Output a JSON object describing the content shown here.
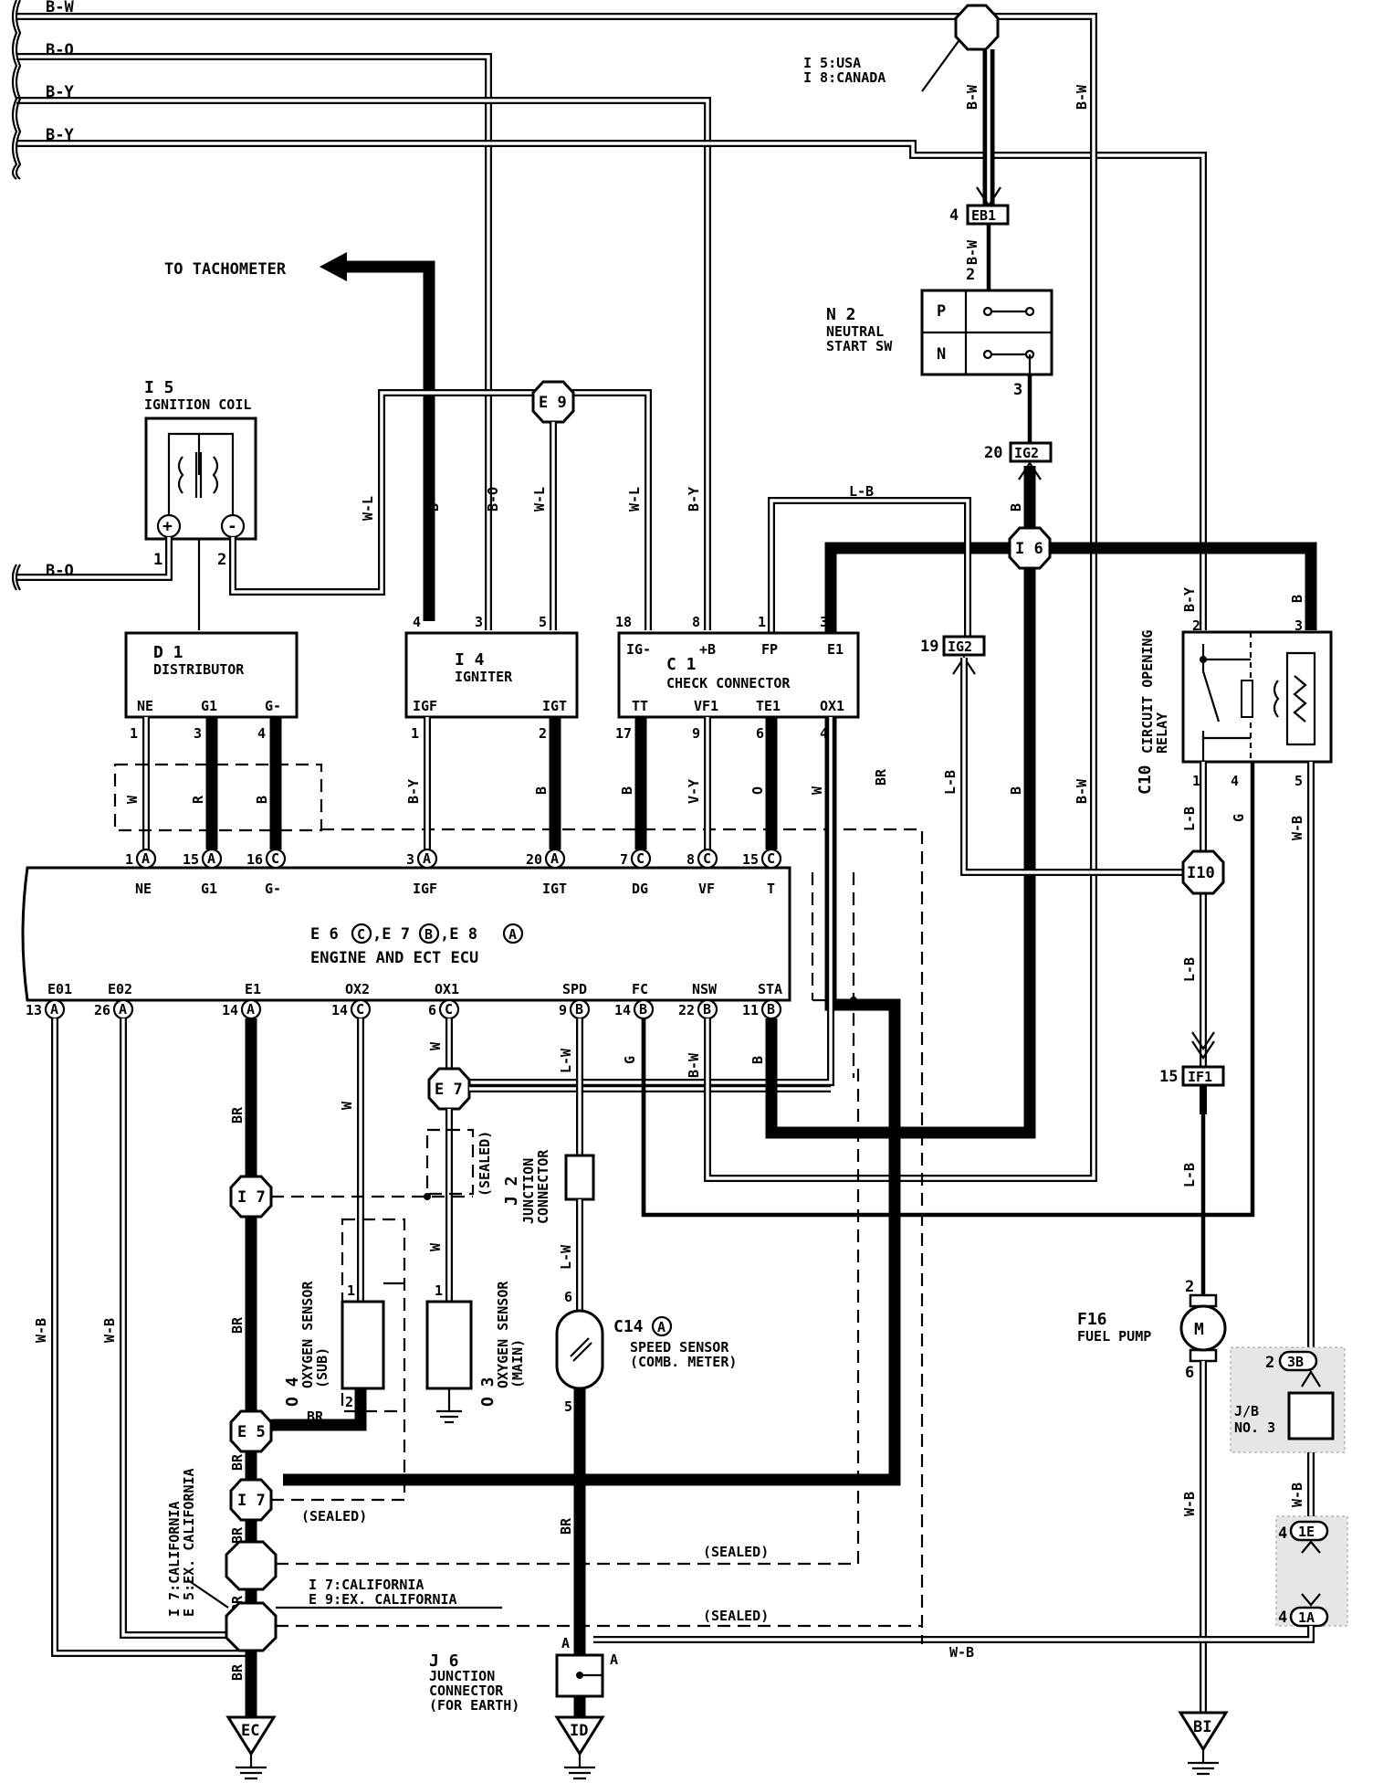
{
  "wires": {
    "bus_bw": "B-W",
    "bus_bo": "B-O",
    "bus_by1": "B-Y",
    "bus_by2": "B-Y",
    "w_l_1": "W-L",
    "b_1": "B",
    "b_o_1": "B-O",
    "w_l_2": "W-L",
    "w_l_3": "W-L",
    "b_y_1": "B-Y",
    "l_b_top": "L-B",
    "b_bw_1": "B-W",
    "b_bw_2": "B-W",
    "b_bw_3": "B-W",
    "b_2": "B",
    "w_1": "W",
    "r_1": "R",
    "b_3": "B",
    "b_y_2": "B-Y",
    "b_4": "B",
    "b_5": "B",
    "v_y": "V-Y",
    "o_1": "O",
    "w_2": "W",
    "br_1": "BR",
    "l_b_2": "L-B",
    "b_6": "B",
    "b_w_4": "B-W",
    "b_y_3": "B-Y",
    "b_7": "B",
    "l_b_3": "L-B",
    "g_1": "G",
    "w_b_1": "W-B",
    "l_b_4": "L-B",
    "l_b_5": "L-B",
    "w_b_left1": "W-B",
    "w_b_left2": "W-B",
    "br_2": "BR",
    "w_3": "W",
    "w_4": "W",
    "l_w_1": "L-W",
    "g_2": "G",
    "b_w_5": "B-W",
    "b_8": "B",
    "l_w_2": "L-W",
    "w_5": "W",
    "br_3": "BR",
    "br_4": "BR",
    "br_5": "BR",
    "br_6": "BR",
    "br_7": "BR",
    "br_8": "BR",
    "br_9": "BR",
    "w_b_2": "W-B",
    "w_b_3": "W-B",
    "w_b_bottom": "W-B"
  },
  "labels": {
    "to_tachometer": "TO TACHOMETER",
    "i5_usa": "I 5:USA",
    "i8_canada": "I 8:CANADA",
    "ign_coil_code": "I 5",
    "ign_coil_name": "IGNITION COIL",
    "distributor_code": "D 1",
    "distributor_name": "DISTRIBUTOR",
    "igniter_code": "I 4",
    "igniter_name": "IGNITER",
    "check_code": "C 1",
    "check_name": "CHECK CONNECTOR",
    "n2_code": "N 2",
    "n2_name1": "NEUTRAL",
    "n2_name2": "START SW",
    "relay_code": "C10",
    "relay_name1": "CIRCUIT OPENING",
    "relay_name2": "RELAY",
    "ecu_line1": "E 6",
    "ecu_c": "C",
    "ecu_e7": ",E 7",
    "ecu_b": "B",
    "ecu_e8": ",E 8",
    "ecu_a": "A",
    "ecu_name": "ENGINE AND ECT ECU",
    "oxy_sub_code": "O 4",
    "oxy_sub_name1": "OXYGEN SENSOR",
    "oxy_sub_name2": "(SUB)",
    "oxy_main_code": "O 3",
    "oxy_main_name1": "OXYGEN SENSOR",
    "oxy_main_name2": "(MAIN)",
    "j2_code": "J 2",
    "j2_name1": "JUNCTION",
    "j2_name2": "CONNECTOR",
    "sealed_1": "(SEALED)",
    "sealed_2": "(SEALED)",
    "sealed_3": "(SEALED)",
    "sealed_4": "(SEALED)",
    "speed_code": "C14",
    "speed_code_a": "A",
    "speed_name1": "SPEED SENSOR",
    "speed_name2": "(COMB. METER)",
    "fuel_code": "F16",
    "fuel_name": "FUEL PUMP",
    "jb_name1": "J/B",
    "jb_name2": "NO. 3",
    "i7_cal_1": "I 7:CALIFORNIA",
    "e5_excal": "E 5:EX. CALIFORNIA",
    "i7_cal_2": "I 7:CALIFORNIA",
    "e9_excal": "E 9:EX. CALIFORNIA",
    "j6_code": "J 6",
    "j6_name1": "JUNCTION",
    "j6_name2": "CONNECTOR",
    "j6_name3": "(FOR EARTH)",
    "gnd_ec": "EC",
    "gnd_id": "ID",
    "gnd_bi": "BI",
    "motor": "M",
    "p": "P",
    "n": "N"
  },
  "connectors": {
    "eb1": "EB1",
    "ig2_top": "IG2",
    "ig2_mid": "IG2",
    "if1": "IF1",
    "e9": "E 9",
    "i6": "I 6",
    "i10": "I10",
    "e7": "E 7",
    "i7a": "I 7",
    "e5": "E 5",
    "i7b": "I 7",
    "j3b": "3B",
    "j1e": "1E",
    "j1a": "1A"
  },
  "pins": {
    "eb1_4": "4",
    "n2_2": "2",
    "n2_3": "3",
    "ig2_20": "20",
    "ig2_19": "19",
    "if1_15": "15",
    "coil_1": "1",
    "coil_2": "2",
    "ign_4": "4",
    "ign_3": "3",
    "ign_5": "5",
    "ign_1": "1",
    "ign_2": "2",
    "chk_18": "18",
    "chk_8": "8",
    "chk_1": "1",
    "chk_3": "3",
    "chk_17": "17",
    "chk_9": "9",
    "chk_6": "6",
    "chk_4": "4",
    "dist_1": "1",
    "dist_3": "3",
    "dist_4": "4",
    "rel_2": "2",
    "rel_3": "3",
    "rel_1": "1",
    "rel_4": "4",
    "rel_5": "5",
    "fp_2": "2",
    "fp_6": "6",
    "jb_2": "2",
    "jb_4a": "4",
    "jb_4b": "4",
    "o4_1": "1",
    "o4_2": "2",
    "o3_1": "1",
    "sp_6": "6",
    "sp_5": "5",
    "j6_a1": "A",
    "j6_a2": "A"
  },
  "pin_names": {
    "d_ne": "NE",
    "d_g1": "G1",
    "d_gm": "G-",
    "i_igf": "IGF",
    "i_igt": "IGT",
    "c_ig": "IG-",
    "c_b": "+B",
    "c_fp": "FP",
    "c_e1": "E1",
    "c_tt": "TT",
    "c_vf1": "VF1",
    "c_te1": "TE1",
    "c_ox1": "OX1",
    "e_ne": "NE",
    "e_g1": "G1",
    "e_gm": "G-",
    "e_igf": "IGF",
    "e_igt": "IGT",
    "e_dg": "DG",
    "e_vf": "VF",
    "e_t": "T",
    "e_e01": "E01",
    "e_e02": "E02",
    "e_e1": "E1",
    "e_ox2": "OX2",
    "e_ox1": "OX1",
    "e_spd": "SPD",
    "e_fc": "FC",
    "e_nsw": "NSW",
    "e_sta": "STA"
  },
  "ecu_top_pins": [
    {
      "num": "1",
      "letter": "A"
    },
    {
      "num": "15",
      "letter": "A"
    },
    {
      "num": "16",
      "letter": "C"
    },
    {
      "num": "3",
      "letter": "A"
    },
    {
      "num": "20",
      "letter": "A"
    },
    {
      "num": "7",
      "letter": "C"
    },
    {
      "num": "8",
      "letter": "C"
    },
    {
      "num": "15",
      "letter": "C"
    }
  ],
  "ecu_bottom_pins": [
    {
      "num": "13",
      "letter": "A"
    },
    {
      "num": "26",
      "letter": "A"
    },
    {
      "num": "14",
      "letter": "A"
    },
    {
      "num": "14",
      "letter": "C"
    },
    {
      "num": "6",
      "letter": "C"
    },
    {
      "num": "9",
      "letter": "B"
    },
    {
      "num": "14",
      "letter": "B"
    },
    {
      "num": "22",
      "letter": "B"
    },
    {
      "num": "11",
      "letter": "B"
    }
  ]
}
